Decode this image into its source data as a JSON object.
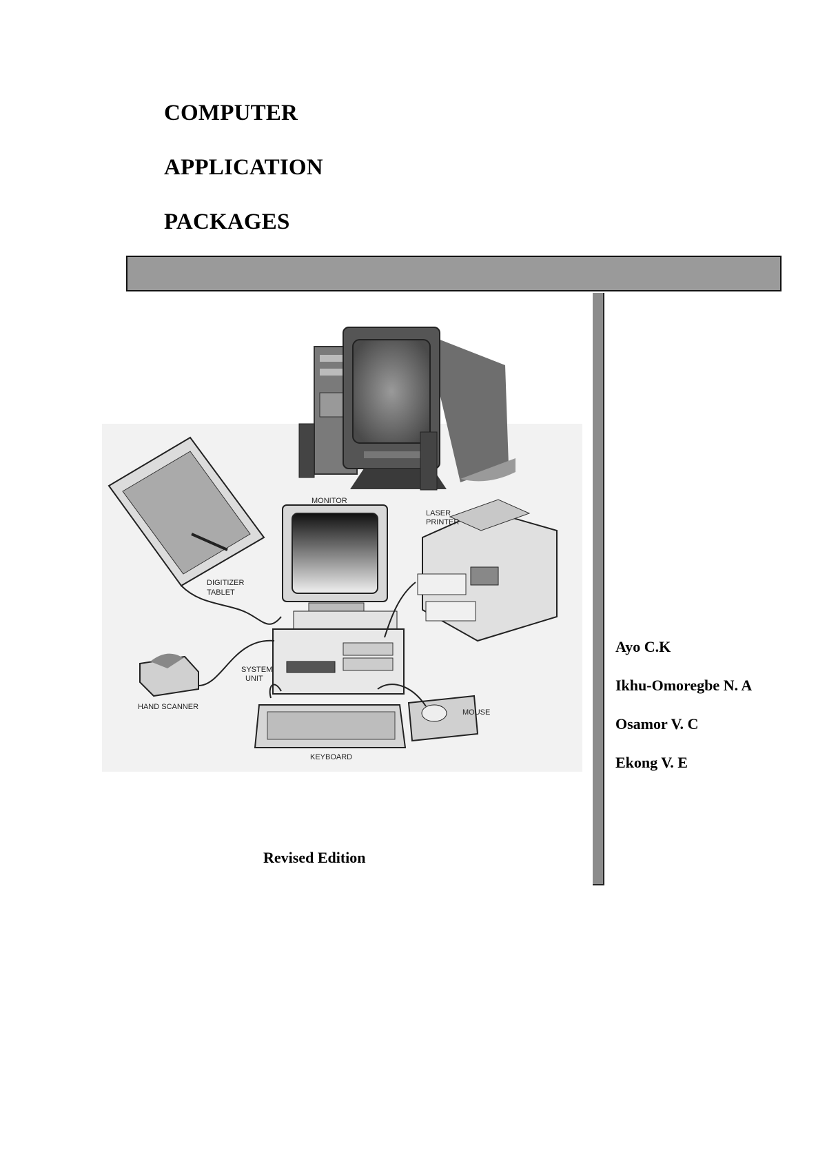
{
  "title": {
    "line1": "COMPUTER",
    "line2": "APPLICATION",
    "line3": "PACKAGES"
  },
  "illustration": {
    "labels": {
      "monitor": "MONITOR",
      "laser_printer_1": "LASER",
      "laser_printer_2": "PRINTER",
      "digitizer_1": "DIGITIZER",
      "digitizer_2": "TABLET",
      "system_1": "SYSTEM",
      "system_2": "UNIT",
      "hand_scanner": "HAND SCANNER",
      "mouse": "MOUSE",
      "keyboard": "KEYBOARD"
    }
  },
  "authors": [
    "Ayo C.K",
    "Ikhu-Omoregbe N. A",
    "Osamor V. C",
    "Ekong V. E"
  ],
  "edition": "Revised Edition",
  "colors": {
    "bar": "#9a9a9a",
    "vertical_bar": "#8c8c8c"
  }
}
